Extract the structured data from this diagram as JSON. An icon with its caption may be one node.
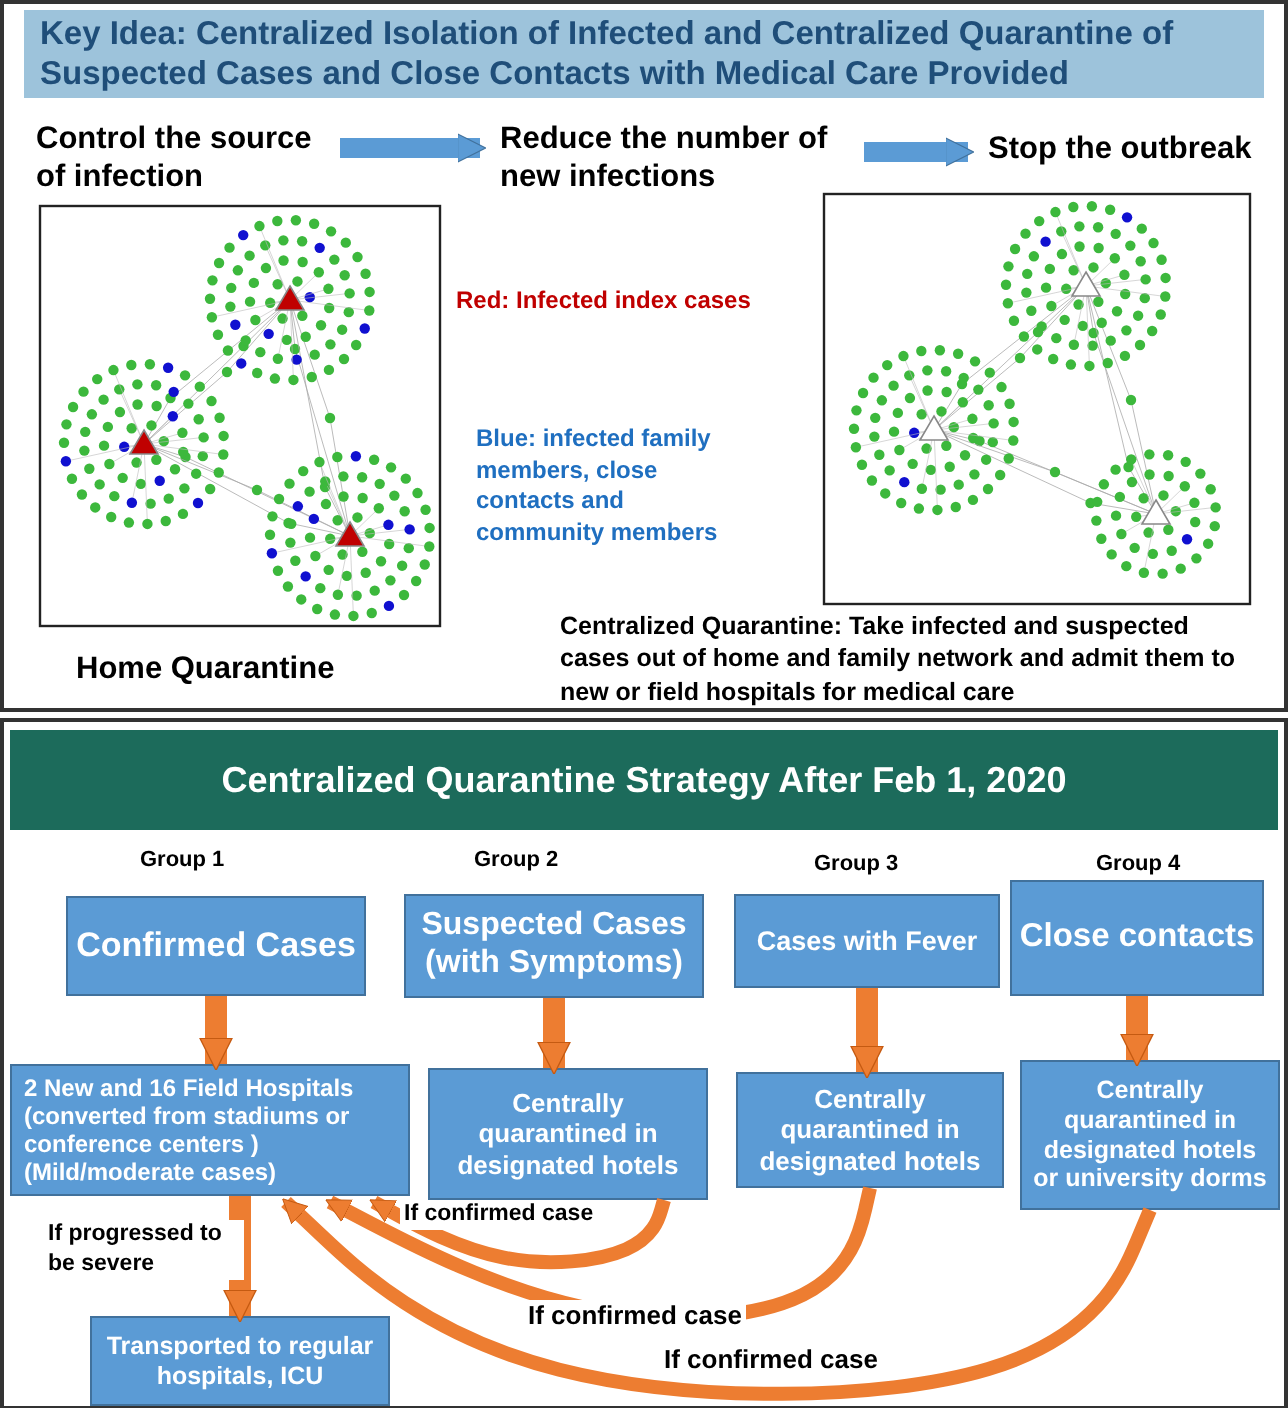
{
  "diagram": {
    "title": "Key Idea: Centralized Isolation of Infected and Centralized Quarantine of Suspected Cases and Close Contacts with Medical Care Provided",
    "nodes": [
      {
        "text": [
          "Control the source of infection"
        ]
      },
      {
        "text": [
          "Reduce the number of new infections"
        ]
      },
      {
        "text": [
          "Stop the outbreak"
        ]
      },
      {
        "text": [
          "Centralized Quarantine Strategy After Feb 1, 2020"
        ]
      },
      {
        "text": [
          "Confirmed Cases"
        ],
        "beside": [
          "Group 1"
        ]
      },
      {
        "text": [
          "Suspected Cases (with Symptoms)"
        ],
        "beside": [
          "Group 2"
        ]
      },
      {
        "text": [
          "Cases with Fever"
        ],
        "beside": [
          "Group 3"
        ]
      },
      {
        "text": [
          "Close contacts"
        ],
        "beside": [
          "Group 4"
        ]
      },
      {
        "text": [
          "2 New and 16 Field Hospitals (converted from stadiums or conference centers ) (Mild/moderate cases)"
        ]
      },
      {
        "text": [
          "Centrally quarantined in designated hotels"
        ]
      },
      {
        "text": [
          "Centrally quarantined in designated hotels"
        ]
      },
      {
        "text": [
          "Centrally quarantined in designated hotels or university dorms"
        ]
      },
      {
        "text": [
          "Transported to regular hospitals, ICU"
        ]
      }
    ],
    "edges": [
      {
        "from": 0,
        "to": 1,
        "arrow": "to",
        "color": "#5b9bd5"
      },
      {
        "from": 1,
        "to": 2,
        "arrow": "to",
        "color": "#5b9bd5"
      },
      {
        "from": 4,
        "to": 8,
        "arrow": "to"
      },
      {
        "from": 5,
        "to": 9,
        "arrow": "to"
      },
      {
        "from": 6,
        "to": 10,
        "arrow": "to"
      },
      {
        "from": 7,
        "to": 11,
        "arrow": "to"
      },
      {
        "from": 8,
        "to": 12,
        "arrow": "to",
        "label": "If progressed to be severe"
      },
      {
        "from": 9,
        "to": 8,
        "arrow": "to",
        "label": "If confirmed case"
      },
      {
        "from": 10,
        "to": 8,
        "arrow": "to",
        "label": "If confirmed case"
      },
      {
        "from": 11,
        "to": 8,
        "arrow": "to",
        "label": "If confirmed case"
      }
    ],
    "labels": [
      "Red: Infected index cases",
      "Blue: infected family members, close contacts and community members",
      "Home Quarantine",
      "Centralized Quarantine: Take infected and suspected cases out of home and family network and admit them to new or field hospitals for medical care"
    ]
  }
}
